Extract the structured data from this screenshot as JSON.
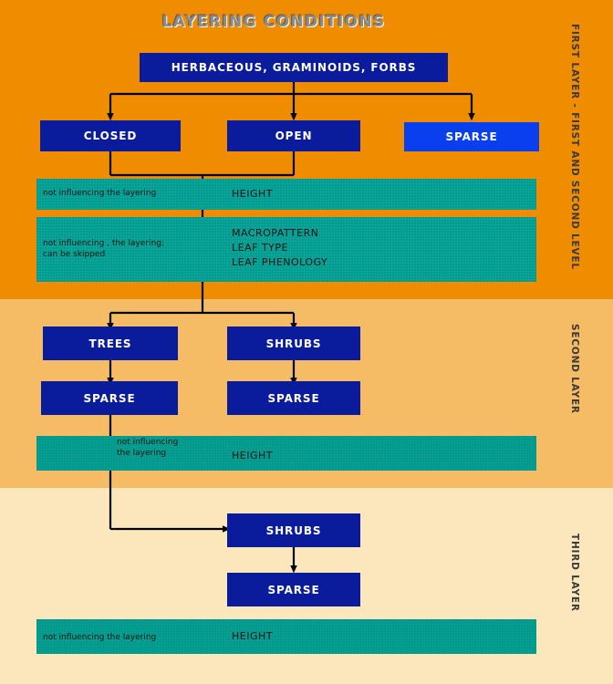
{
  "title": "LAYERING CONDITIONS",
  "colors": {
    "band_first": "#f08c00",
    "band_second": "#f5bb65",
    "band_third": "#fce7bd",
    "box_blue": "#0a1c9c",
    "box_blue_bright": "#0a3ff0",
    "panel_teal": "#07a79b",
    "connector": "#000000",
    "title_text": "#8a8a8a"
  },
  "layers": {
    "first": {
      "label": "FIRST LAYER - FIRST AND SECOND LEVEL"
    },
    "second": {
      "label": "SECOND LAYER"
    },
    "third": {
      "label": "THIRD LAYER"
    }
  },
  "boxes": {
    "root": "HERBACEOUS, GRAMINOIDS, FORBS",
    "closed": "CLOSED",
    "open": "OPEN",
    "sparse_top": "SPARSE",
    "trees": "TREES",
    "shrubs_second": "SHRUBS",
    "sparse_trees": "SPARSE",
    "sparse_shrubs": "SPARSE",
    "shrubs_third": "SHRUBS",
    "sparse_third": "SPARSE"
  },
  "panels": {
    "p1": {
      "note": "not influencing  the layering",
      "attributes": "HEIGHT"
    },
    "p2": {
      "note": "not influencing , the layering;\ncan be skipped",
      "attributes": "MACROPATTERN\nLEAF TYPE\nLEAF PHENOLOGY"
    },
    "p3": {
      "note": "not influencing\nthe layering",
      "attributes": "HEIGHT"
    },
    "p4": {
      "note": "not influencing the layering",
      "attributes": "HEIGHT"
    }
  }
}
